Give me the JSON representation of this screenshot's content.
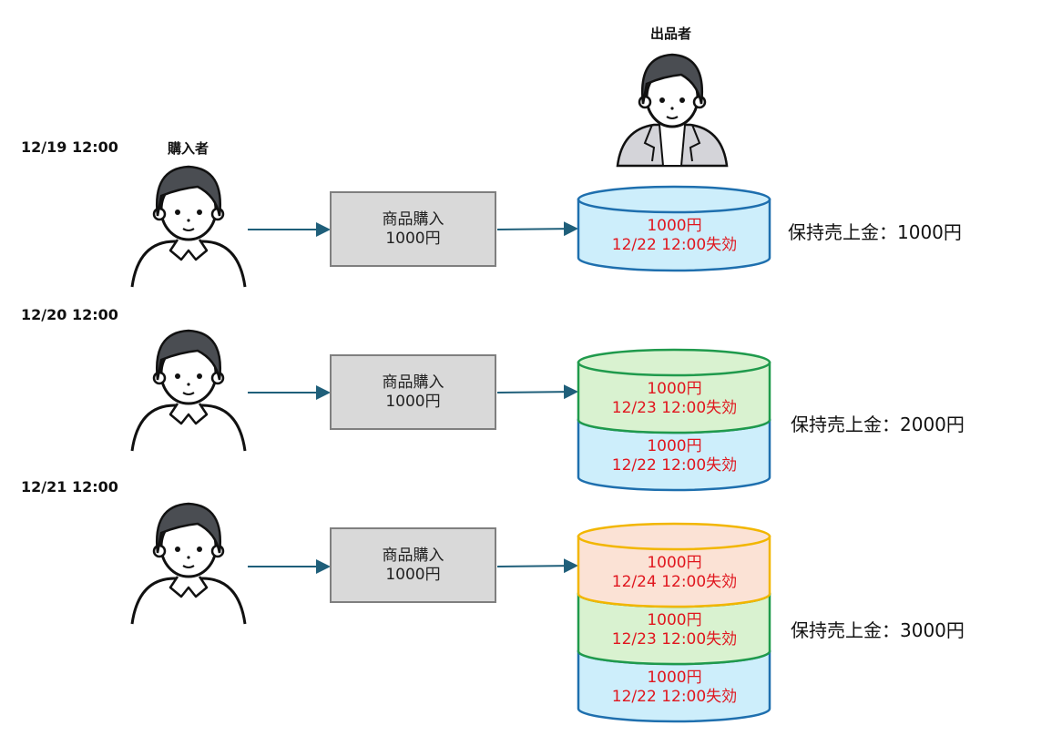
{
  "seller": {
    "label": "出品者"
  },
  "buyer": {
    "label": "購入者"
  },
  "rows": [
    {
      "time": "12/19 12:00",
      "purchase": {
        "line1": "商品購入",
        "line2": "1000円"
      },
      "balance": "保持売上金：1000円",
      "segments": [
        {
          "amount": "1000円",
          "expiry": "12/22 12:00失効",
          "color": "blue"
        }
      ]
    },
    {
      "time": "12/20 12:00",
      "purchase": {
        "line1": "商品購入",
        "line2": "1000円"
      },
      "balance": "保持売上金：2000円",
      "segments": [
        {
          "amount": "1000円",
          "expiry": "12/23 12:00失効",
          "color": "green"
        },
        {
          "amount": "1000円",
          "expiry": "12/22 12:00失効",
          "color": "blue"
        }
      ]
    },
    {
      "time": "12/21 12:00",
      "purchase": {
        "line1": "商品購入",
        "line2": "1000円"
      },
      "balance": "保持売上金：3000円",
      "segments": [
        {
          "amount": "1000円",
          "expiry": "12/24 12:00失効",
          "color": "orange"
        },
        {
          "amount": "1000円",
          "expiry": "12/23 12:00失効",
          "color": "green"
        },
        {
          "amount": "1000円",
          "expiry": "12/22 12:00失効",
          "color": "blue"
        }
      ]
    }
  ],
  "colors": {
    "blue": {
      "fill": "#cdeefb",
      "stroke": "#1e6fae"
    },
    "green": {
      "fill": "#d9f2d0",
      "stroke": "#1f9a4c"
    },
    "orange": {
      "fill": "#fbe2d5",
      "stroke": "#f2b600"
    },
    "arrow": "#1f5f7a",
    "text_red": "#e0161e"
  }
}
